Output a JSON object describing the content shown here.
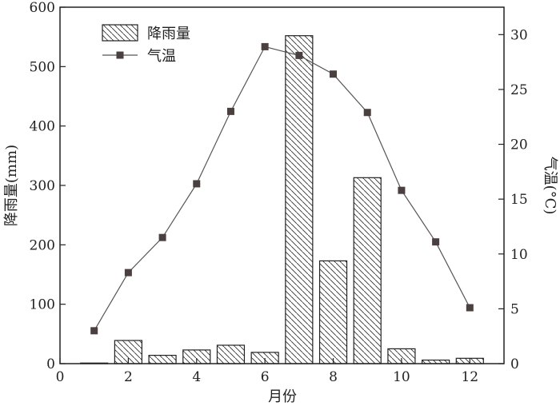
{
  "chart_data": {
    "type": "bar+line",
    "x_axis": {
      "label": "月份",
      "range": [
        0,
        13
      ],
      "ticks": [
        0,
        2,
        4,
        6,
        8,
        10,
        12
      ]
    },
    "y_left": {
      "label": "降雨量(mm)",
      "range": [
        0,
        600
      ],
      "ticks": [
        0,
        100,
        200,
        300,
        400,
        500,
        600
      ]
    },
    "y_right": {
      "label": "气温(°C)",
      "range": [
        0,
        32.5
      ],
      "ticks": [
        0,
        5,
        10,
        15,
        20,
        25,
        30
      ]
    },
    "months": [
      1,
      2,
      3,
      4,
      5,
      6,
      7,
      8,
      9,
      10,
      11,
      12
    ],
    "series": [
      {
        "name": "降雨量",
        "kind": "bar",
        "axis": "left",
        "style": "hatched",
        "values": [
          1,
          39,
          14,
          23,
          31,
          19,
          552,
          173,
          313,
          25,
          6,
          9
        ]
      },
      {
        "name": "气温",
        "kind": "line",
        "axis": "right",
        "marker": "square",
        "values": [
          3.0,
          8.3,
          11.5,
          16.4,
          23.0,
          28.9,
          28.1,
          26.4,
          22.9,
          15.8,
          11.1,
          5.1
        ]
      }
    ],
    "legend": {
      "position": "top-left",
      "entries": [
        "降雨量",
        "气温"
      ]
    },
    "grid": false,
    "colors": {
      "axis": "#222222",
      "line": "#555555",
      "marker": "#4a4040",
      "bar_fill": "#ffffff"
    }
  }
}
